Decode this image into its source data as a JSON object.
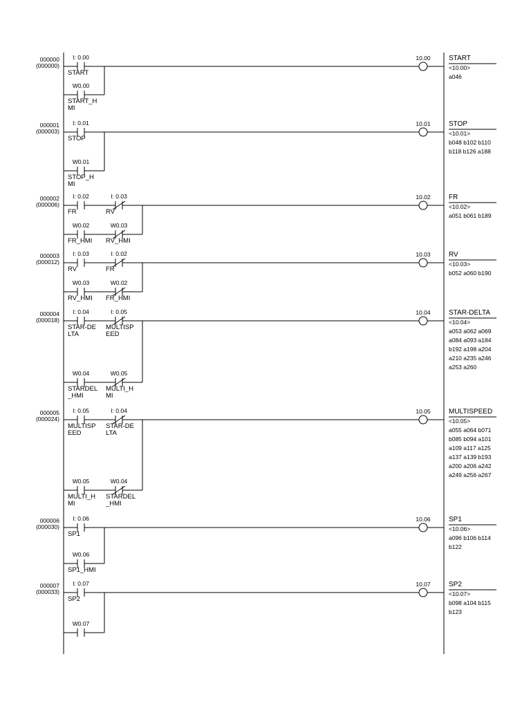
{
  "rungs": [
    {
      "num": "000000",
      "addr": "(000000)",
      "contacts": [
        {
          "addr": "I: 0.00",
          "label": [
            "START"
          ],
          "nc": false
        },
        {
          "addr": "W0.00",
          "label": [
            "START_H",
            "MI"
          ],
          "nc": false
        }
      ],
      "coil": {
        "addr": "10.00",
        "name": "START",
        "ref": "<10.00>",
        "xref": [
          "a046"
        ]
      }
    },
    {
      "num": "000001",
      "addr": "(000003)",
      "contacts": [
        {
          "addr": "I: 0.01",
          "label": [
            "STOP"
          ],
          "nc": false
        },
        {
          "addr": "W0.01",
          "label": [
            "STOP_H",
            "MI"
          ],
          "nc": false
        }
      ],
      "coil": {
        "addr": "10.01",
        "name": "STOP",
        "ref": "<10.01>",
        "xref": [
          "b048 b102 b110",
          "b118 b126 a188"
        ]
      }
    },
    {
      "num": "000002",
      "addr": "(000006)",
      "contacts": [
        {
          "addr": "I: 0.02",
          "label": [
            "FR"
          ],
          "nc": false
        },
        {
          "addr": "I: 0.03",
          "label": [
            "RV"
          ],
          "nc": true
        },
        {
          "addr": "W0.02",
          "label": [
            "FR_HMI"
          ],
          "nc": false
        },
        {
          "addr": "W0.03",
          "label": [
            "RV_HMI"
          ],
          "nc": true
        }
      ],
      "coil": {
        "addr": "10.02",
        "name": "FR",
        "ref": "<10.02>",
        "xref": [
          "a051 b061 b189"
        ]
      }
    },
    {
      "num": "000003",
      "addr": "(000012)",
      "contacts": [
        {
          "addr": "I: 0.03",
          "label": [
            "RV"
          ],
          "nc": false
        },
        {
          "addr": "I: 0.02",
          "label": [
            "FR"
          ],
          "nc": true
        },
        {
          "addr": "W0.03",
          "label": [
            "RV_HMI"
          ],
          "nc": false
        },
        {
          "addr": "W0.02",
          "label": [
            "FR_HMI"
          ],
          "nc": true
        }
      ],
      "coil": {
        "addr": "10.03",
        "name": "RV",
        "ref": "<10.03>",
        "xref": [
          "b052 a060 b190"
        ]
      }
    },
    {
      "num": "000004",
      "addr": "(000018)",
      "contacts": [
        {
          "addr": "I: 0.04",
          "label": [
            "STAR-DE",
            "LTA"
          ],
          "nc": false
        },
        {
          "addr": "I: 0.05",
          "label": [
            "MULTISP",
            "EED"
          ],
          "nc": true
        },
        {
          "addr": "W0.04",
          "label": [
            "STARDEL",
            "_HMI"
          ],
          "nc": false
        },
        {
          "addr": "W0.05",
          "label": [
            "MULTI_H",
            "MI"
          ],
          "nc": true
        }
      ],
      "coil": {
        "addr": "10.04",
        "name": "STAR-DELTA",
        "ref": "<10.04>",
        "xref": [
          "a053 a062 a069",
          "a084 a093 a184",
          "b192 a198 a204",
          "a210 a235 a246",
          "a253 a260"
        ]
      }
    },
    {
      "num": "000005",
      "addr": "(000024)",
      "contacts": [
        {
          "addr": "I: 0.05",
          "label": [
            "MULTISP",
            "EED"
          ],
          "nc": false
        },
        {
          "addr": "I: 0.04",
          "label": [
            "STAR-DE",
            "LTA"
          ],
          "nc": true
        },
        {
          "addr": "W0.05",
          "label": [
            "MULTI_H",
            "MI"
          ],
          "nc": false
        },
        {
          "addr": "W0.04",
          "label": [
            "STARDEL",
            "_HMI"
          ],
          "nc": true
        }
      ],
      "coil": {
        "addr": "10.05",
        "name": "MULTISPEED",
        "ref": "<10.05>",
        "xref": [
          "a055 a064 b071",
          "b085 b094 a101",
          "a109 a117 a125",
          "a137 a139 b193",
          "a200 a206 a242",
          "a249 a256 a267"
        ]
      }
    },
    {
      "num": "000006",
      "addr": "(000030)",
      "contacts": [
        {
          "addr": "I: 0.06",
          "label": [
            "SP1"
          ],
          "nc": false
        },
        {
          "addr": "W0.06",
          "label": [
            "SP1_HMI"
          ],
          "nc": false
        }
      ],
      "coil": {
        "addr": "10.06",
        "name": "SP1",
        "ref": "<10.06>",
        "xref": [
          "a096 b106 b114",
          "b122"
        ]
      }
    },
    {
      "num": "000007",
      "addr": "(000033)",
      "contacts": [
        {
          "addr": "I: 0.07",
          "label": [
            "SP2"
          ],
          "nc": false
        },
        {
          "addr": "W0.07",
          "label": [],
          "nc": false
        }
      ],
      "coil": {
        "addr": "10.07",
        "name": "SP2",
        "ref": "<10.07>",
        "xref": [
          "b098 a104 b115",
          "b123"
        ]
      }
    }
  ]
}
